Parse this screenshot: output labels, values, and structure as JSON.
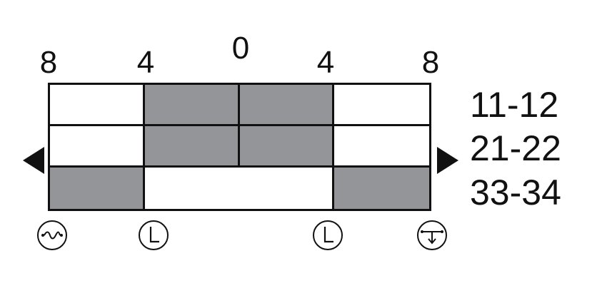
{
  "positions": [
    "8",
    "4",
    "0",
    "4",
    "8"
  ],
  "rows": [
    {
      "label": "11-12",
      "cells": [
        {
          "span": 2,
          "fill": "white"
        },
        {
          "span": 2,
          "fill": "gray"
        },
        {
          "span": 2,
          "fill": "gray"
        },
        {
          "span": 2,
          "fill": "white"
        }
      ]
    },
    {
      "label": "21-22",
      "cells": [
        {
          "span": 2,
          "fill": "white"
        },
        {
          "span": 2,
          "fill": "gray"
        },
        {
          "span": 2,
          "fill": "gray"
        },
        {
          "span": 2,
          "fill": "white"
        }
      ]
    },
    {
      "label": "33-34",
      "cells": [
        {
          "span": 2,
          "fill": "gray"
        },
        {
          "span": 4,
          "fill": "white"
        },
        {
          "span": 2,
          "fill": "gray"
        }
      ]
    }
  ],
  "colors": {
    "gray": "#939598",
    "white": "#ffffff",
    "line": "#111111"
  },
  "symbols": [
    {
      "icon": "ac-wave-circle-icon"
    },
    {
      "icon": "clock-l-circle-icon"
    },
    {
      "icon": "clock-l-circle-icon"
    },
    {
      "icon": "ground-arrow-circle-icon"
    }
  ],
  "arrows": {
    "left": "left-arrow-icon",
    "right": "right-arrow-icon"
  }
}
